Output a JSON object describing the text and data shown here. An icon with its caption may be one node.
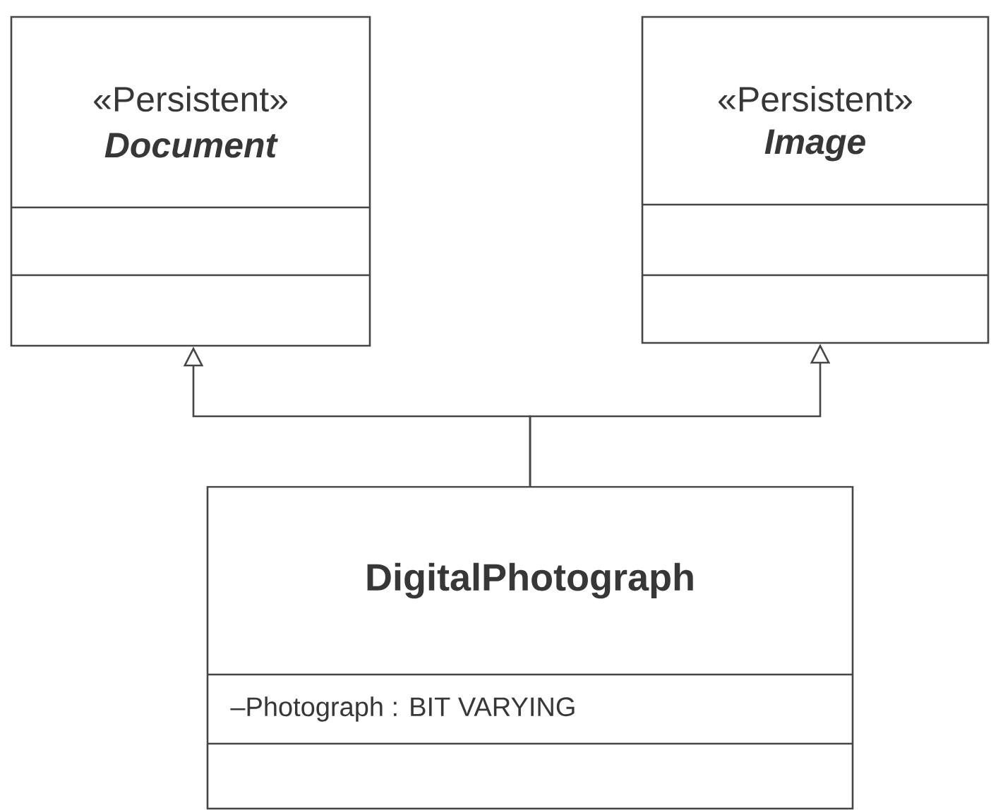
{
  "diagram": {
    "nodes": [
      {
        "text": [
          "«Persistent»",
          "Document"
        ]
      },
      {
        "text": [
          "«Persistent»",
          "Image"
        ]
      },
      {
        "text": [
          "DigitalPhotograph",
          "–Photograph : BIT VARYING"
        ]
      }
    ],
    "edges": [
      {
        "from": 2,
        "to": 0,
        "arrow": "to"
      },
      {
        "from": 2,
        "to": 1,
        "arrow": "to"
      }
    ]
  }
}
